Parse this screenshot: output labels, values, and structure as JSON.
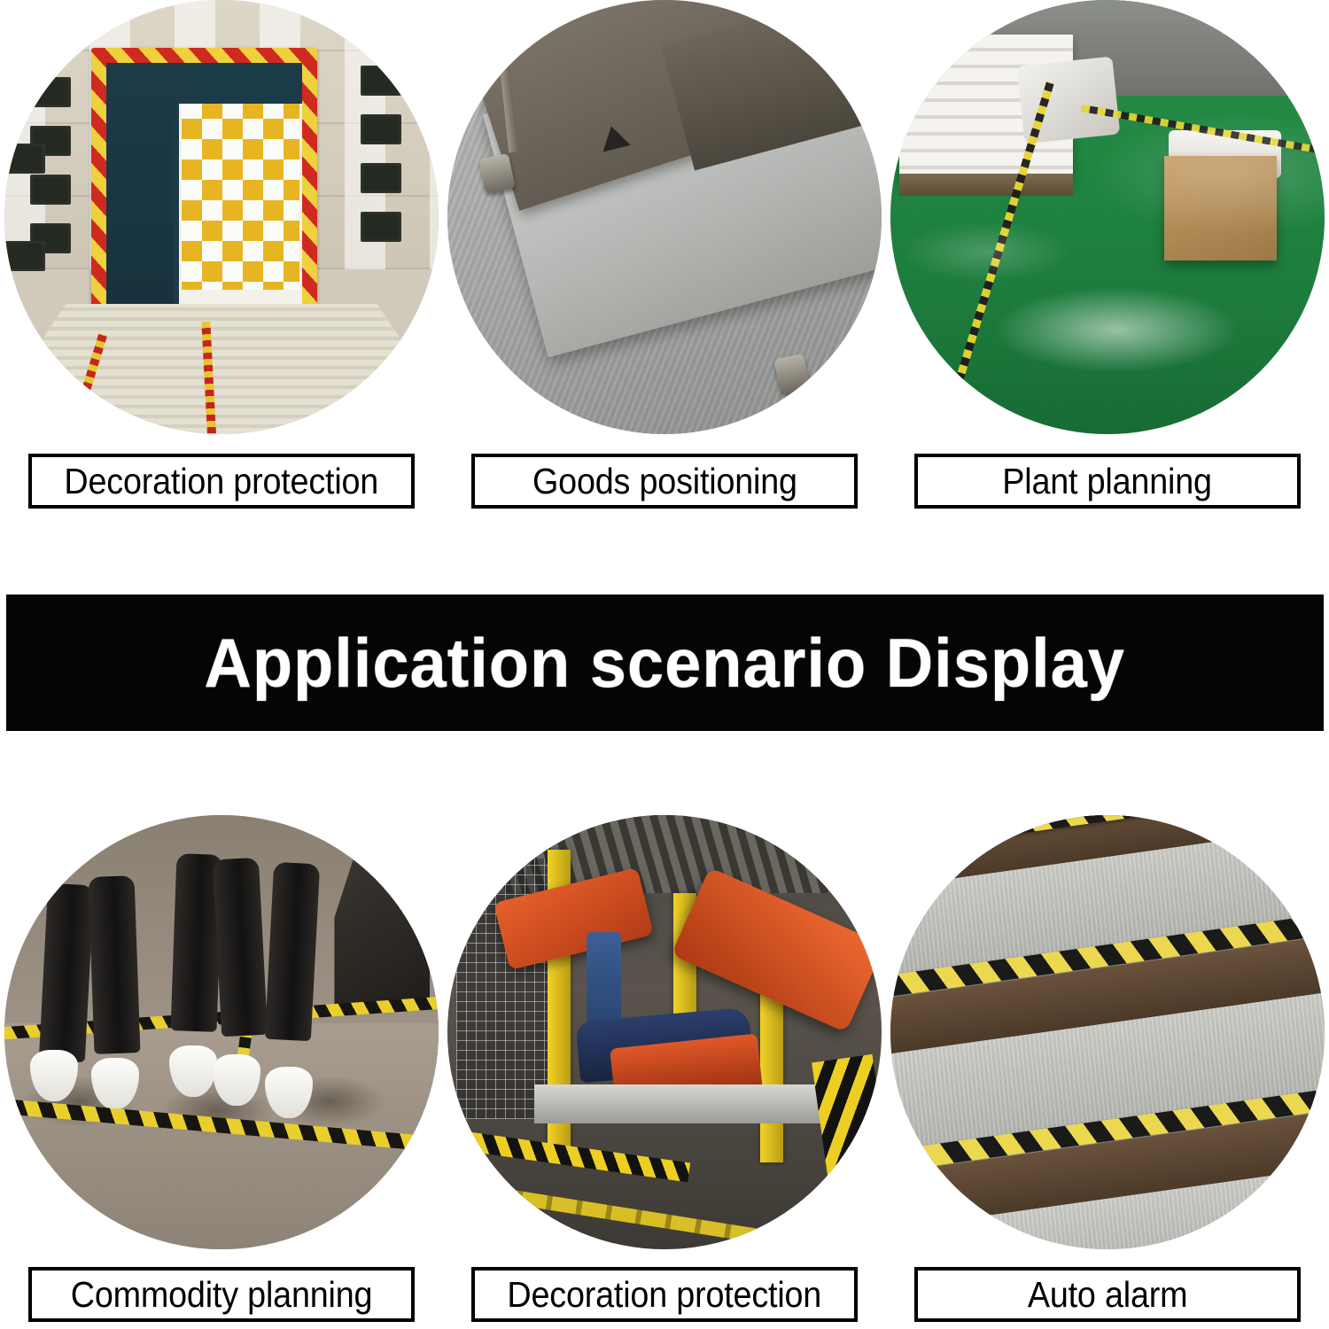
{
  "banner": {
    "title": "Application scenario Display",
    "background_color": "#050505",
    "text_color": "#ffffff"
  },
  "label_style": {
    "border_color": "#000000",
    "background_color": "#ffffff",
    "text_color": "#000000"
  },
  "rows": [
    {
      "id": "top-row",
      "cells": [
        {
          "id": "decoration-protection-doorway",
          "label": "Decoration protection",
          "image_alt": "Doorway protected with red and yellow striped tape over decorated entrance",
          "tape_colors": [
            "#cf2a20",
            "#efd03d"
          ]
        },
        {
          "id": "goods-positioning-cart",
          "label": "Goods positioning",
          "image_alt": "Metal trolley cart on concrete floor beside black and yellow hazard tape line",
          "tape_colors": [
            "#0b0b0b",
            "#f2cf1e"
          ]
        },
        {
          "id": "plant-planning-warehouse",
          "label": "Plant planning",
          "image_alt": "Green epoxy warehouse floor with yellow and black tape aisle lines, pallets and cartons",
          "tape_colors": [
            "#e9d531",
            "#1c1c1c"
          ]
        }
      ]
    },
    {
      "id": "bottom-row",
      "cells": [
        {
          "id": "commodity-planning-store",
          "label": "Commodity planning",
          "image_alt": "Retail store mannequin legs with yellow and black floor marking tape",
          "tape_colors": [
            "#e9cf2c",
            "#17150f"
          ]
        },
        {
          "id": "decoration-protection-factory",
          "label": "Decoration protection",
          "image_alt": "Automotive factory with orange robot arms and yellow safety barriers and hazard tape",
          "tape_colors": [
            "#eccf22",
            "#121210"
          ]
        },
        {
          "id": "auto-alarm-stairs",
          "label": "Auto alarm",
          "image_alt": "Concrete stairs with yellow and black anti slip warning tape on step edges",
          "tape_colors": [
            "#ecd84f",
            "#1a1a18"
          ]
        }
      ]
    }
  ]
}
